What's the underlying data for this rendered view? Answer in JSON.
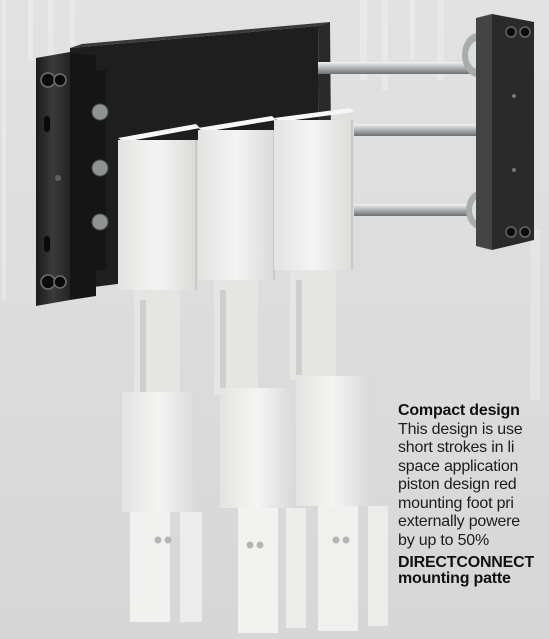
{
  "caption": {
    "heading": "Compact design",
    "body_lines": [
      "This design is use",
      "short strokes in li",
      "space application",
      "piston design red",
      "mounting foot pri",
      "externally powere",
      "by up to 50%"
    ],
    "heading2_lines": [
      "DIRECTCONNECT",
      "mounting patte"
    ]
  },
  "colors": {
    "background": "#d9dad9",
    "plate_dark": "#2b2b2b",
    "cylinder_body": "#1f1f1f",
    "gripper_body": "#ebebe9",
    "rod_steel": "#b9bcbd"
  }
}
